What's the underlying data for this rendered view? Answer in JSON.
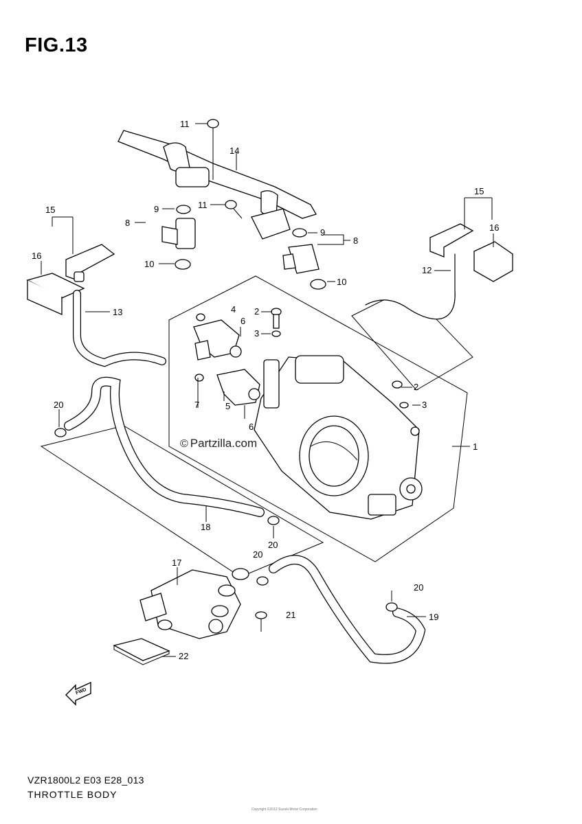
{
  "figure": {
    "title": "FIG.13",
    "model_code": "VZR1800L2 E03 E28_013",
    "section_name": "THROTTLE BODY"
  },
  "watermark": {
    "symbol": "©",
    "text": "Partzilla.com"
  },
  "fine_print": "Copyright ©2012 Suzuki Motor Corporation",
  "callouts": [
    "1",
    "2",
    "2",
    "3",
    "3",
    "4",
    "5",
    "6",
    "6",
    "7",
    "8",
    "8",
    "9",
    "9",
    "10",
    "10",
    "11",
    "11",
    "12",
    "13",
    "14",
    "15",
    "15",
    "16",
    "16",
    "17",
    "18",
    "19",
    "20",
    "20",
    "20",
    "20",
    "21",
    "22"
  ],
  "icons": {
    "forward_arrow": "front-direction-arrow-icon"
  }
}
